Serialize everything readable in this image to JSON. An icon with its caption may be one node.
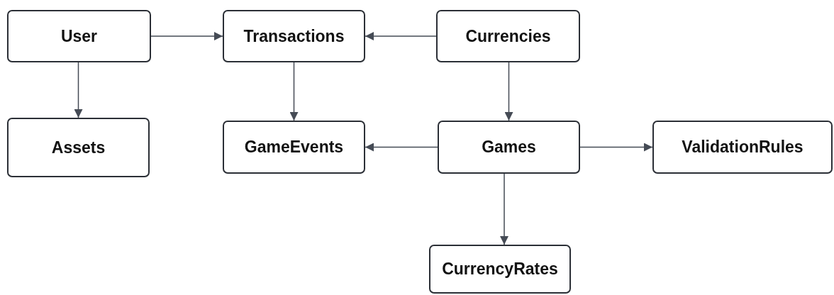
{
  "diagram": {
    "nodes": [
      {
        "text": [
          "User"
        ]
      },
      {
        "text": [
          "Transactions"
        ]
      },
      {
        "text": [
          "Currencies"
        ]
      },
      {
        "text": [
          "Assets"
        ]
      },
      {
        "text": [
          "GameEvents"
        ]
      },
      {
        "text": [
          "Games"
        ]
      },
      {
        "text": [
          "ValidationRules"
        ]
      },
      {
        "text": [
          "CurrencyRates"
        ]
      }
    ],
    "edges": [
      {
        "from": 0,
        "to": 1,
        "arrow": "to"
      },
      {
        "from": 2,
        "to": 1,
        "arrow": "to"
      },
      {
        "from": 0,
        "to": 3,
        "arrow": "to"
      },
      {
        "from": 1,
        "to": 4,
        "arrow": "to"
      },
      {
        "from": 2,
        "to": 5,
        "arrow": "to"
      },
      {
        "from": 5,
        "to": 4,
        "arrow": "to"
      },
      {
        "from": 5,
        "to": 6,
        "arrow": "to"
      },
      {
        "from": 5,
        "to": 7,
        "arrow": "to"
      }
    ]
  }
}
